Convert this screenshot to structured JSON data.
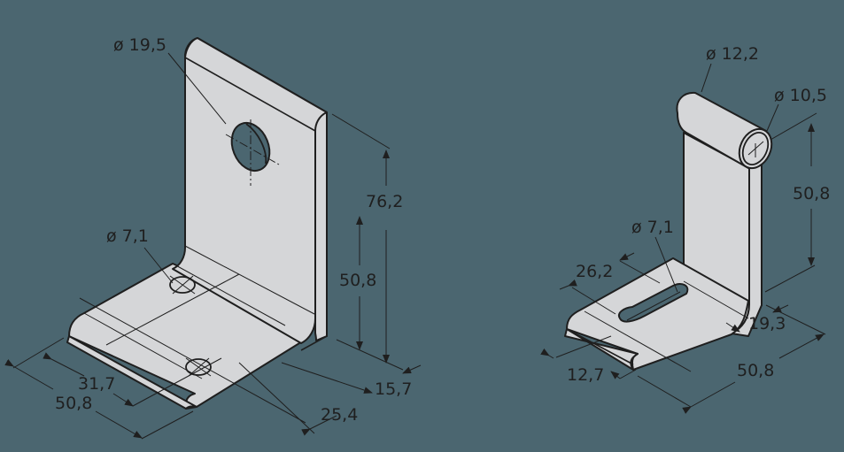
{
  "background_color": "#4b6670",
  "part_color": "#d5d6d8",
  "line_color": "#1f1f1f",
  "left_bracket": {
    "labels": {
      "hole_large": "ø 19,5",
      "hole_small": "ø 7,1",
      "height_total": "76,2",
      "height_hole": "50,8",
      "thickness": "15,7",
      "base_hole_offset": "25,4",
      "width_inner": "31,7",
      "width_outer": "50,8"
    }
  },
  "right_bracket": {
    "labels": {
      "tube_outer": "ø 12,2",
      "tube_inner": "ø 10,5",
      "height": "50,8",
      "slot": "ø 7,1",
      "slot_length": "26,2",
      "slot_offset": "12,7",
      "depth": "19,3",
      "length": "50,8"
    }
  }
}
